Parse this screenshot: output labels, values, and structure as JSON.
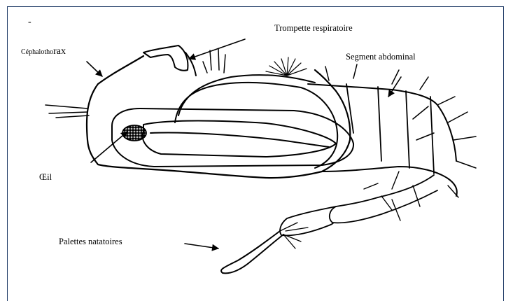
{
  "labels": {
    "dash": "-",
    "cephalothorax_small": "Céphalotho",
    "cephalothorax_large": "rax",
    "trompette": "Trompette respiratoire",
    "segment": "Segment abdominal",
    "oeil": "Œil",
    "palettes": "Palettes natatoires"
  },
  "colors": {
    "frame": "#1f3b66",
    "ink": "#000000",
    "eye_fill": "#9a9a9a"
  }
}
